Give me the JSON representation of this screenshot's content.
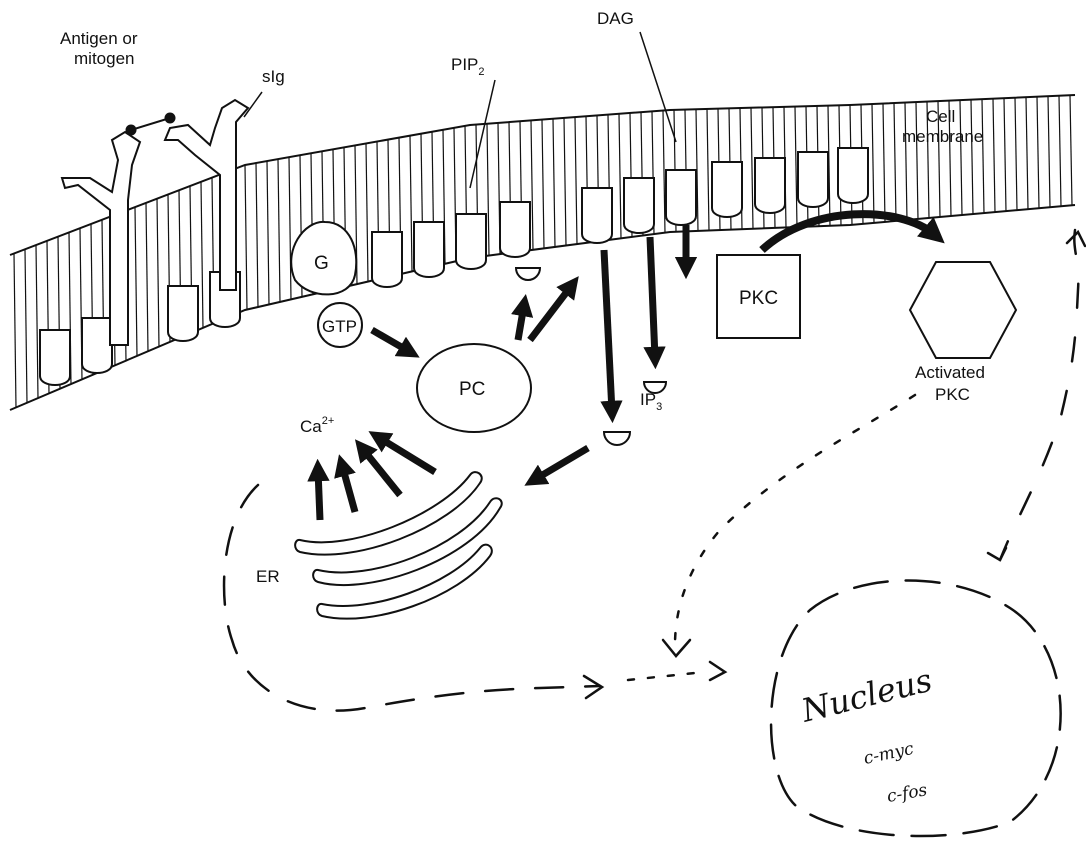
{
  "labels": {
    "antigen_line1": "Antigen or",
    "antigen_line2": "mitogen",
    "sig": "sIg",
    "pip_main": "PIP",
    "pip_sub": "2",
    "dag": "DAG",
    "membrane_line1": "Cell",
    "membrane_line2": "membrane",
    "g_protein": "G",
    "gtp": "GTP",
    "pc": "PC",
    "ip_main": "IP",
    "ip_sub": "3",
    "pkc": "PKC",
    "activated_line1": "Activated",
    "activated_line2": "PKC",
    "calcium_main": "Ca",
    "calcium_sup": "2+",
    "er": "ER",
    "nucleus": "Nucleus",
    "cmyc": "c-myc",
    "cfos": "c-fos"
  }
}
